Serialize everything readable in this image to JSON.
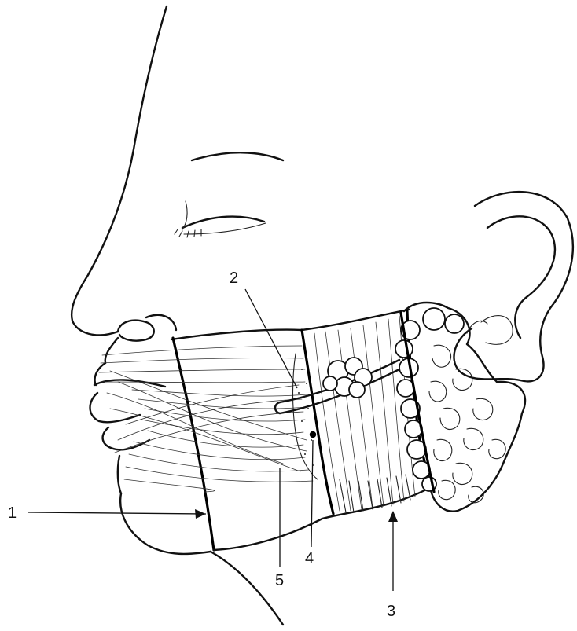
{
  "figure": {
    "labels": {
      "l1": "1",
      "l2": "2",
      "l3": "3",
      "l4": "4",
      "l5": "5"
    },
    "ink_color": "#111111",
    "background": "#ffffff"
  }
}
